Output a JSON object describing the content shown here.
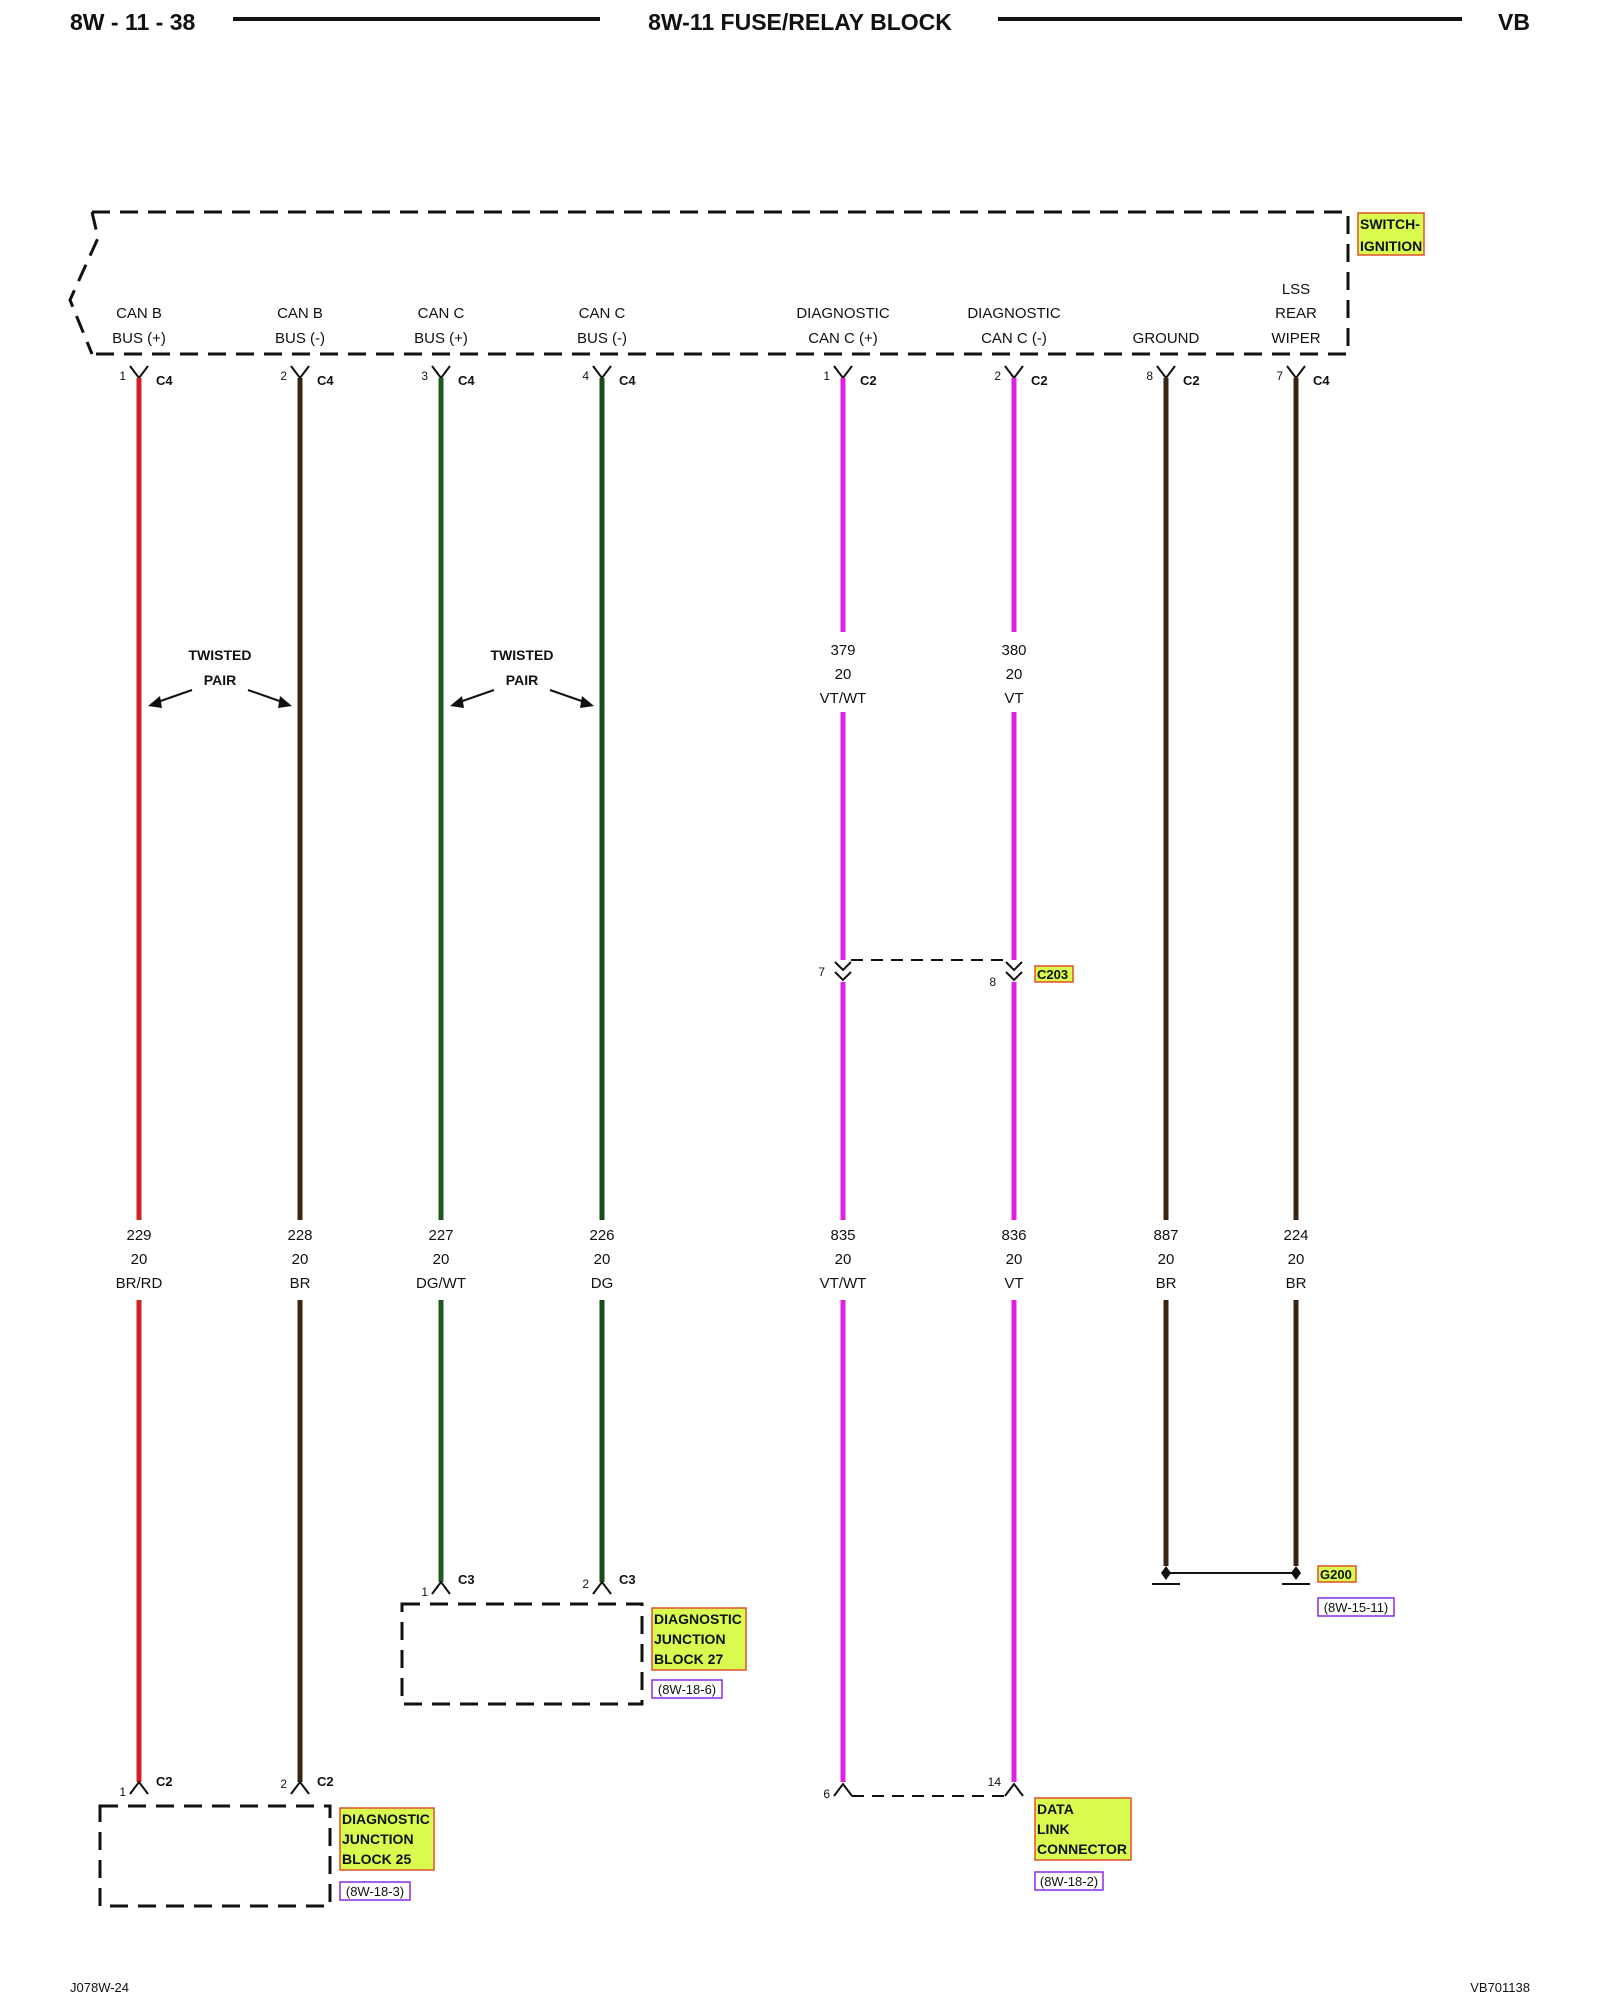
{
  "header": {
    "page_left": "8W - 11 - 38",
    "title": "8W-11 FUSE/RELAY BLOCK",
    "page_right": "VB"
  },
  "module": {
    "name_line1": "SWITCH-",
    "name_line2": "IGNITION"
  },
  "circuits": [
    {
      "label1": "CAN B",
      "label2": "BUS (+)",
      "pin": "1",
      "conn": "C4",
      "wires": [
        {
          "num": "229",
          "gauge": "20",
          "color": "BR/RD"
        }
      ],
      "stroke": "#d21f1f"
    },
    {
      "label1": "CAN B",
      "label2": "BUS (-)",
      "pin": "2",
      "conn": "C4",
      "wires": [
        {
          "num": "228",
          "gauge": "20",
          "color": "BR"
        }
      ],
      "stroke": "#3a2414"
    },
    {
      "label1": "CAN C",
      "label2": "BUS (+)",
      "pin": "3",
      "conn": "C4",
      "wires": [
        {
          "num": "227",
          "gauge": "20",
          "color": "DG/WT"
        }
      ],
      "stroke": "#1f5a1f"
    },
    {
      "label1": "CAN C",
      "label2": "BUS (-)",
      "pin": "4",
      "conn": "C4",
      "wires": [
        {
          "num": "226",
          "gauge": "20",
          "color": "DG"
        }
      ],
      "stroke": "#1a4a1a"
    },
    {
      "label1": "DIAGNOSTIC",
      "label2": "CAN C (+)",
      "pin": "1",
      "conn": "C2",
      "wires": [
        {
          "num": "379",
          "gauge": "20",
          "color": "VT/WT"
        },
        {
          "num": "835",
          "gauge": "20",
          "color": "VT/WT"
        }
      ],
      "stroke": "#e020e0"
    },
    {
      "label1": "DIAGNOSTIC",
      "label2": "CAN C (-)",
      "pin": "2",
      "conn": "C2",
      "wires": [
        {
          "num": "380",
          "gauge": "20",
          "color": "VT"
        },
        {
          "num": "836",
          "gauge": "20",
          "color": "VT"
        }
      ],
      "stroke": "#e020e0"
    },
    {
      "label1": "",
      "label2": "GROUND",
      "pin": "8",
      "conn": "C2",
      "wires": [
        {
          "num": "887",
          "gauge": "20",
          "color": "BR"
        }
      ],
      "stroke": "#3a2414"
    },
    {
      "label0": "LSS",
      "label1": "REAR",
      "label2": "WIPER",
      "pin": "7",
      "conn": "C4",
      "wires": [
        {
          "num": "224",
          "gauge": "20",
          "color": "BR"
        }
      ],
      "stroke": "#3a2414"
    }
  ],
  "twisted_pair": {
    "line1": "TWISTED",
    "line2": "PAIR"
  },
  "c203": {
    "name": "C203",
    "pin_a": "7",
    "pin_b": "8"
  },
  "g200": {
    "name": "G200",
    "ref": "(8W-15-11)"
  },
  "djb27": {
    "line1": "DIAGNOSTIC",
    "line2": "JUNCTION",
    "line3": "BLOCK 27",
    "ref": "(8W-18-6)",
    "pin_a": "1",
    "pin_b": "2",
    "conn": "C3"
  },
  "djb25": {
    "line1": "DIAGNOSTIC",
    "line2": "JUNCTION",
    "line3": "BLOCK 25",
    "ref": "(8W-18-3)",
    "pin_a": "1",
    "pin_b": "2",
    "conn": "C2"
  },
  "dlc": {
    "line1": "DATA",
    "line2": "LINK",
    "line3": "CONNECTOR",
    "ref": "(8W-18-2)",
    "pin_a": "6",
    "pin_b": "14"
  },
  "footer": {
    "left": "J078W-24",
    "right": "VB701138"
  },
  "colors": {
    "highlight": "#d9fb4f",
    "highlight_border": "#e0502a",
    "ref_border": "#8a2be2"
  }
}
